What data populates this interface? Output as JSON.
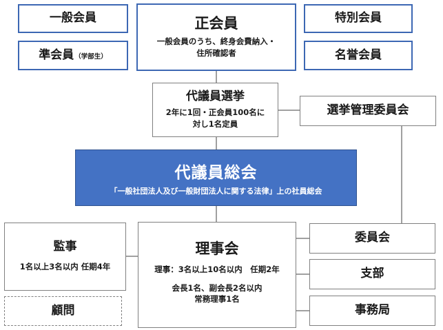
{
  "boxes": {
    "general_member": {
      "title": "一般会員"
    },
    "associate_member": {
      "title": "準会員",
      "note": "（学部生）"
    },
    "regular_member": {
      "title": "正会員",
      "desc_line1": "一般会員のうち、終身会費納入・",
      "desc_line2": "住所確認者"
    },
    "special_member": {
      "title": "特別会員"
    },
    "honorary_member": {
      "title": "名誉会員"
    },
    "delegate_election": {
      "title": "代議員選挙",
      "desc_line1": "2年に1回・正会員100名に",
      "desc_line2": "対し1名定員"
    },
    "election_committee": {
      "title": "選挙管理委員会"
    },
    "general_assembly": {
      "title": "代議員総会",
      "subtitle": "「一般社団法人及び一般財団法人に関する法律」上の社員総会"
    },
    "auditor": {
      "title": "監事",
      "desc": "1名以上3名以内 任期4年"
    },
    "advisor": {
      "title": "顧問"
    },
    "board": {
      "title": "理事会",
      "term": "理事：3名以上10名以内　任期2年",
      "officers_line1": "会長1名、副会長2名以内",
      "officers_line2": "常務理事1名"
    },
    "committees": {
      "title": "委員会"
    },
    "branches": {
      "title": "支部"
    },
    "secretariat": {
      "title": "事務局"
    }
  },
  "colors": {
    "member_border": "#3c67b3",
    "box_border": "#7f7f7f",
    "assembly_fill": "#4472c4",
    "line": "#404040"
  }
}
